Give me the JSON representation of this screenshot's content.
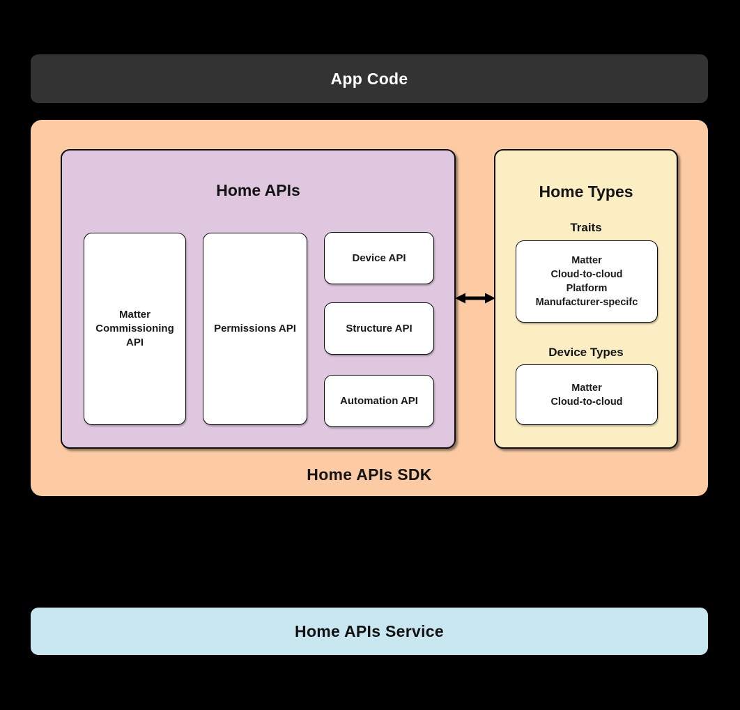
{
  "diagram": {
    "app_code": {
      "label": "App Code"
    },
    "sdk": {
      "label": "Home APIs SDK",
      "home_apis": {
        "title": "Home APIs",
        "boxes": {
          "matter_commissioning": "Matter\nCommissioning\nAPI",
          "permissions": "Permissions API",
          "device": "Device API",
          "structure": "Structure API",
          "automation": "Automation API"
        }
      },
      "arrow": {
        "type": "bidirectional-horizontal"
      },
      "home_types": {
        "title": "Home Types",
        "traits_heading": "Traits",
        "traits_items": "Matter\nCloud-to-cloud\nPlatform\nManufacturer-specifc",
        "device_types_heading": "Device Types",
        "device_types_items": "Matter\nCloud-to-cloud"
      }
    },
    "service": {
      "label": "Home APIs Service"
    },
    "colors": {
      "background": "#000000",
      "app_code_bg": "#333333",
      "app_code_text": "#FFFFFF",
      "sdk_bg": "#FCCBA4",
      "home_apis_bg": "#DFC7E0",
      "home_types_bg": "#FCEEC3",
      "service_bg": "#C9E7F0",
      "inner_box_bg": "#FFFFFF",
      "border": "#0D0D0D",
      "text_dark": "#1A1A1A"
    }
  }
}
